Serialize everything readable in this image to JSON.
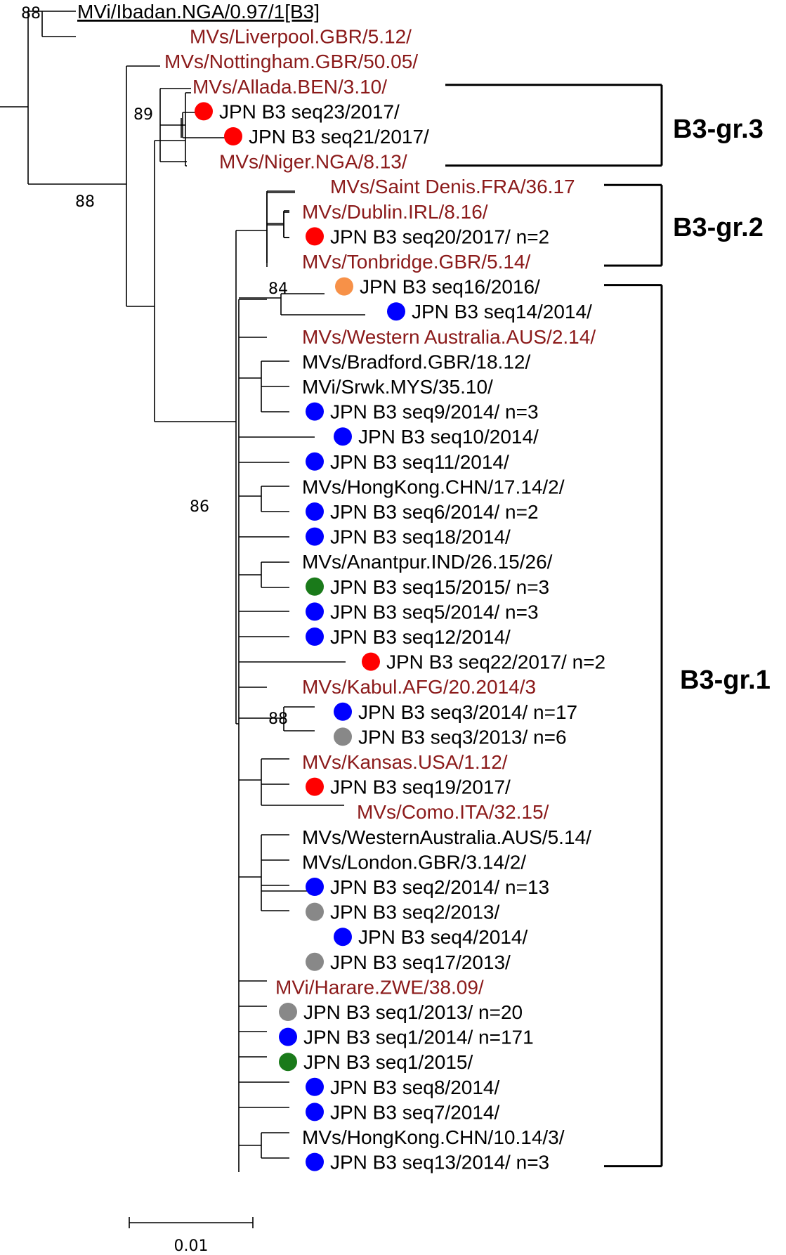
{
  "colors": {
    "reference": "#8b1a1a",
    "default_text": "#000000",
    "marker_2017": "#ff0000",
    "marker_2016": "#f79148",
    "marker_2014": "#0000ff",
    "marker_2015": "#1a7a1a",
    "marker_2013": "#888888"
  },
  "leaves": [
    {
      "label": "MVi/Ibadan.NGA/0.97/1[B3]",
      "color": "#000000",
      "marker": null,
      "underline": true
    },
    {
      "label": "MVs/Liverpool.GBR/5.12/",
      "color": "#8b1a1a",
      "marker": null
    },
    {
      "label": "MVs/Nottingham.GBR/50.05/",
      "color": "#8b1a1a",
      "marker": null
    },
    {
      "label": "MVs/Allada.BEN/3.10/",
      "color": "#8b1a1a",
      "marker": null
    },
    {
      "label": "JPN B3 seq23/2017/",
      "color": "#000000",
      "marker": "#ff0000"
    },
    {
      "label": "JPN B3 seq21/2017/",
      "color": "#000000",
      "marker": "#ff0000"
    },
    {
      "label": "MVs/Niger.NGA/8.13/",
      "color": "#8b1a1a",
      "marker": null
    },
    {
      "label": "MVs/Saint Denis.FRA/36.17",
      "color": "#8b1a1a",
      "marker": null
    },
    {
      "label": "MVs/Dublin.IRL/8.16/",
      "color": "#8b1a1a",
      "marker": null
    },
    {
      "label": "JPN B3 seq20/2017/ n=2",
      "color": "#000000",
      "marker": "#ff0000"
    },
    {
      "label": "MVs/Tonbridge.GBR/5.14/",
      "color": "#8b1a1a",
      "marker": null
    },
    {
      "label": "JPN B3 seq16/2016/",
      "color": "#000000",
      "marker": "#f79148"
    },
    {
      "label": "JPN B3 seq14/2014/",
      "color": "#000000",
      "marker": "#0000ff"
    },
    {
      "label": "MVs/Western Australia.AUS/2.14/",
      "color": "#8b1a1a",
      "marker": null
    },
    {
      "label": "MVs/Bradford.GBR/18.12/",
      "color": "#000000",
      "marker": null
    },
    {
      "label": "MVi/Srwk.MYS/35.10/",
      "color": "#000000",
      "marker": null
    },
    {
      "label": "JPN B3 seq9/2014/ n=3",
      "color": "#000000",
      "marker": "#0000ff"
    },
    {
      "label": "JPN B3 seq10/2014/",
      "color": "#000000",
      "marker": "#0000ff"
    },
    {
      "label": "JPN B3 seq11/2014/",
      "color": "#000000",
      "marker": "#0000ff"
    },
    {
      "label": "MVs/HongKong.CHN/17.14/2/",
      "color": "#000000",
      "marker": null
    },
    {
      "label": "JPN B3 seq6/2014/ n=2",
      "color": "#000000",
      "marker": "#0000ff"
    },
    {
      "label": "JPN B3 seq18/2014/",
      "color": "#000000",
      "marker": "#0000ff"
    },
    {
      "label": "MVs/Anantpur.IND/26.15/26/",
      "color": "#000000",
      "marker": null
    },
    {
      "label": "JPN B3 seq15/2015/ n=3",
      "color": "#000000",
      "marker": "#1a7a1a"
    },
    {
      "label": "JPN B3 seq5/2014/ n=3",
      "color": "#000000",
      "marker": "#0000ff"
    },
    {
      "label": "JPN B3 seq12/2014/",
      "color": "#000000",
      "marker": "#0000ff"
    },
    {
      "label": "JPN B3 seq22/2017/ n=2",
      "color": "#000000",
      "marker": "#ff0000"
    },
    {
      "label": "MVs/Kabul.AFG/20.2014/3",
      "color": "#8b1a1a",
      "marker": null
    },
    {
      "label": "JPN B3 seq3/2014/ n=17",
      "color": "#000000",
      "marker": "#0000ff"
    },
    {
      "label": "JPN B3 seq3/2013/ n=6",
      "color": "#000000",
      "marker": "#888888"
    },
    {
      "label": "MVs/Kansas.USA/1.12/",
      "color": "#8b1a1a",
      "marker": null
    },
    {
      "label": "JPN B3 seq19/2017/",
      "color": "#000000",
      "marker": "#ff0000"
    },
    {
      "label": "MVs/Como.ITA/32.15/",
      "color": "#8b1a1a",
      "marker": null
    },
    {
      "label": "MVs/WesternAustralia.AUS/5.14/",
      "color": "#000000",
      "marker": null
    },
    {
      "label": "MVs/London.GBR/3.14/2/",
      "color": "#000000",
      "marker": null
    },
    {
      "label": "JPN B3 seq2/2014/ n=13",
      "color": "#000000",
      "marker": "#0000ff"
    },
    {
      "label": "JPN B3 seq2/2013/",
      "color": "#000000",
      "marker": "#888888"
    },
    {
      "label": "JPN B3 seq4/2014/",
      "color": "#000000",
      "marker": "#0000ff"
    },
    {
      "label": "JPN B3 seq17/2013/",
      "color": "#000000",
      "marker": "#888888"
    },
    {
      "label": "MVi/Harare.ZWE/38.09/",
      "color": "#8b1a1a",
      "marker": null
    },
    {
      "label": "JPN B3 seq1/2013/ n=20",
      "color": "#000000",
      "marker": "#888888"
    },
    {
      "label": "JPN B3 seq1/2014/ n=171",
      "color": "#000000",
      "marker": "#0000ff"
    },
    {
      "label": "JPN B3 seq1/2015/",
      "color": "#000000",
      "marker": "#1a7a1a"
    },
    {
      "label": "JPN B3 seq8/2014/",
      "color": "#000000",
      "marker": "#0000ff"
    },
    {
      "label": "JPN B3 seq7/2014/",
      "color": "#000000",
      "marker": "#0000ff"
    },
    {
      "label": "MVs/HongKong.CHN/10.14/3/",
      "color": "#000000",
      "marker": null
    },
    {
      "label": "JPN B3 seq13/2014/ n=3",
      "color": "#000000",
      "marker": "#0000ff"
    }
  ],
  "support_values": [
    "88",
    "89",
    "88",
    "84",
    "86",
    "88"
  ],
  "groups": [
    {
      "label": "B3-gr.3",
      "first_leaf": 3,
      "last_leaf": 6
    },
    {
      "label": "B3-gr.2",
      "first_leaf": 7,
      "last_leaf": 10
    },
    {
      "label": "B3-gr.1",
      "first_leaf": 11,
      "last_leaf": 46
    }
  ],
  "scale_bar": {
    "label": "0.01",
    "value": 0.01
  }
}
